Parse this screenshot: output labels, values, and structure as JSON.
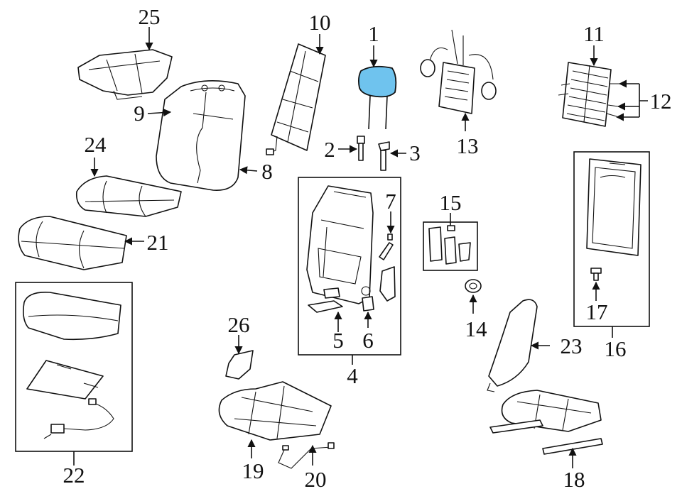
{
  "highlight_color": "#6fc3ee",
  "callouts": {
    "c1": "1",
    "c2": "2",
    "c3": "3",
    "c4": "4",
    "c5": "5",
    "c6": "6",
    "c7": "7",
    "c8": "8",
    "c9": "9",
    "c10": "10",
    "c11": "11",
    "c12": "12",
    "c13": "13",
    "c14": "14",
    "c15": "15",
    "c16": "16",
    "c17": "17",
    "c18": "18",
    "c19": "19",
    "c20": "20",
    "c21": "21",
    "c22": "22",
    "c23": "23",
    "c24": "24",
    "c25": "25",
    "c26": "26"
  }
}
